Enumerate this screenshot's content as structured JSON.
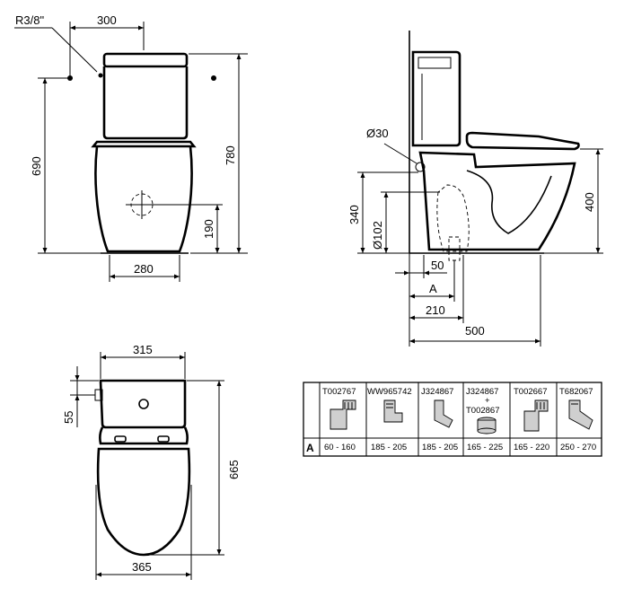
{
  "front_view": {
    "pipe_label": "R3/8\"",
    "dim_supply_offset": "300",
    "dim_total_height": "690",
    "dim_tank_height": "780",
    "dim_outlet_height": "190",
    "dim_base_width": "280"
  },
  "side_view": {
    "dim_inlet_diameter": "Ø30",
    "dim_inlet_height": "340",
    "dim_outlet_diameter": "Ø102",
    "dim_seat_height": "400",
    "dim_outlet_offset": "50",
    "dim_variable": "A",
    "dim_outlet_centre": "210",
    "dim_depth": "500"
  },
  "top_view": {
    "dim_tank_width": "315",
    "dim_supply_offset": "55",
    "dim_length": "665",
    "dim_bowl_width": "365"
  },
  "pan_connector_table": {
    "row_label": "A",
    "columns": [
      {
        "code": "T002767",
        "code2": "",
        "range": "60 - 160"
      },
      {
        "code": "WW965742",
        "code2": "",
        "range": "185 - 205"
      },
      {
        "code": "J324867",
        "code2": "",
        "range": "185 - 205"
      },
      {
        "code": "J324867",
        "plus": "+",
        "code2": "T002867",
        "range": "165 - 225"
      },
      {
        "code": "T002667",
        "code2": "",
        "range": "165 - 220"
      },
      {
        "code": "T682067",
        "code2": "",
        "range": "250 - 270"
      }
    ]
  }
}
